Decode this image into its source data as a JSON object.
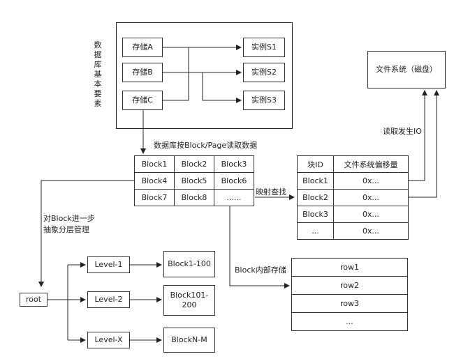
{
  "database": {
    "side_label": "数据库基本要素",
    "stores": [
      "存储A",
      "存储B",
      "存储C"
    ],
    "instances": [
      "实例S1",
      "实例S2",
      "实例S3"
    ]
  },
  "read_label": "数据库按Block/Page读取数据",
  "block_grid": [
    [
      "Block1",
      "Block2",
      "Block3"
    ],
    [
      "Block4",
      "Block5",
      "Block6"
    ],
    [
      "Block7",
      "Block8",
      "......"
    ]
  ],
  "map_label": "映射查找",
  "mapping_table": {
    "headers": [
      "块ID",
      "文件系统偏移量"
    ],
    "rows": [
      [
        "Block1",
        "0x..."
      ],
      [
        "Block2",
        "0x..."
      ],
      [
        "Block3",
        "0x..."
      ],
      [
        "...",
        "0x..."
      ]
    ]
  },
  "filesystem": {
    "label": "文件系统（磁盘）",
    "io_label": "读取发生IO"
  },
  "hierarchy": {
    "side_label": "对Block进一步\n抽象分层管理",
    "root": "root",
    "levels": [
      "Level-1",
      "Level-2",
      "Level-X"
    ],
    "ranges": [
      "Block1-100",
      "Block101-\n200",
      "BlockN-M"
    ]
  },
  "internal": {
    "label": "Block内部存储",
    "rows": [
      "row1",
      "row2",
      "row3",
      "..."
    ]
  }
}
